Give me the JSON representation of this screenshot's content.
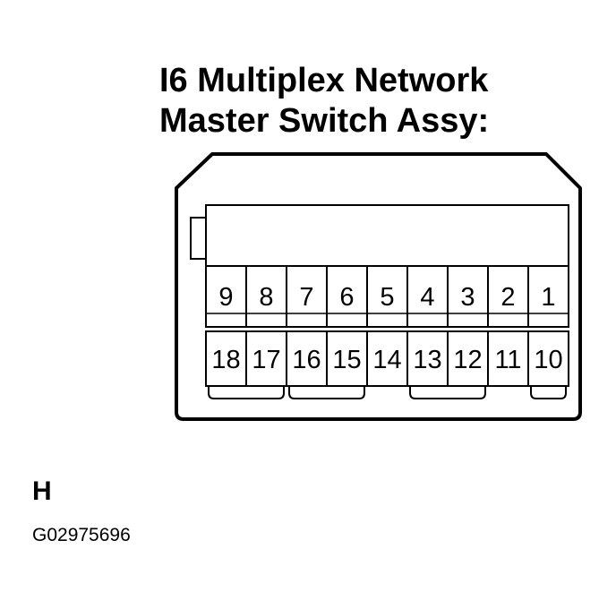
{
  "title": {
    "line1": "I6 Multiplex Network",
    "line2": "Master Switch Assy:"
  },
  "connector": {
    "top_row_pins": [
      "9",
      "8",
      "7",
      "6",
      "5",
      "4",
      "3",
      "2",
      "1"
    ],
    "bottom_row_pins": [
      "18",
      "17",
      "16",
      "15",
      "14",
      "13",
      "12",
      "11",
      "10"
    ]
  },
  "view_letter": "H",
  "figure_id": "G02975696"
}
